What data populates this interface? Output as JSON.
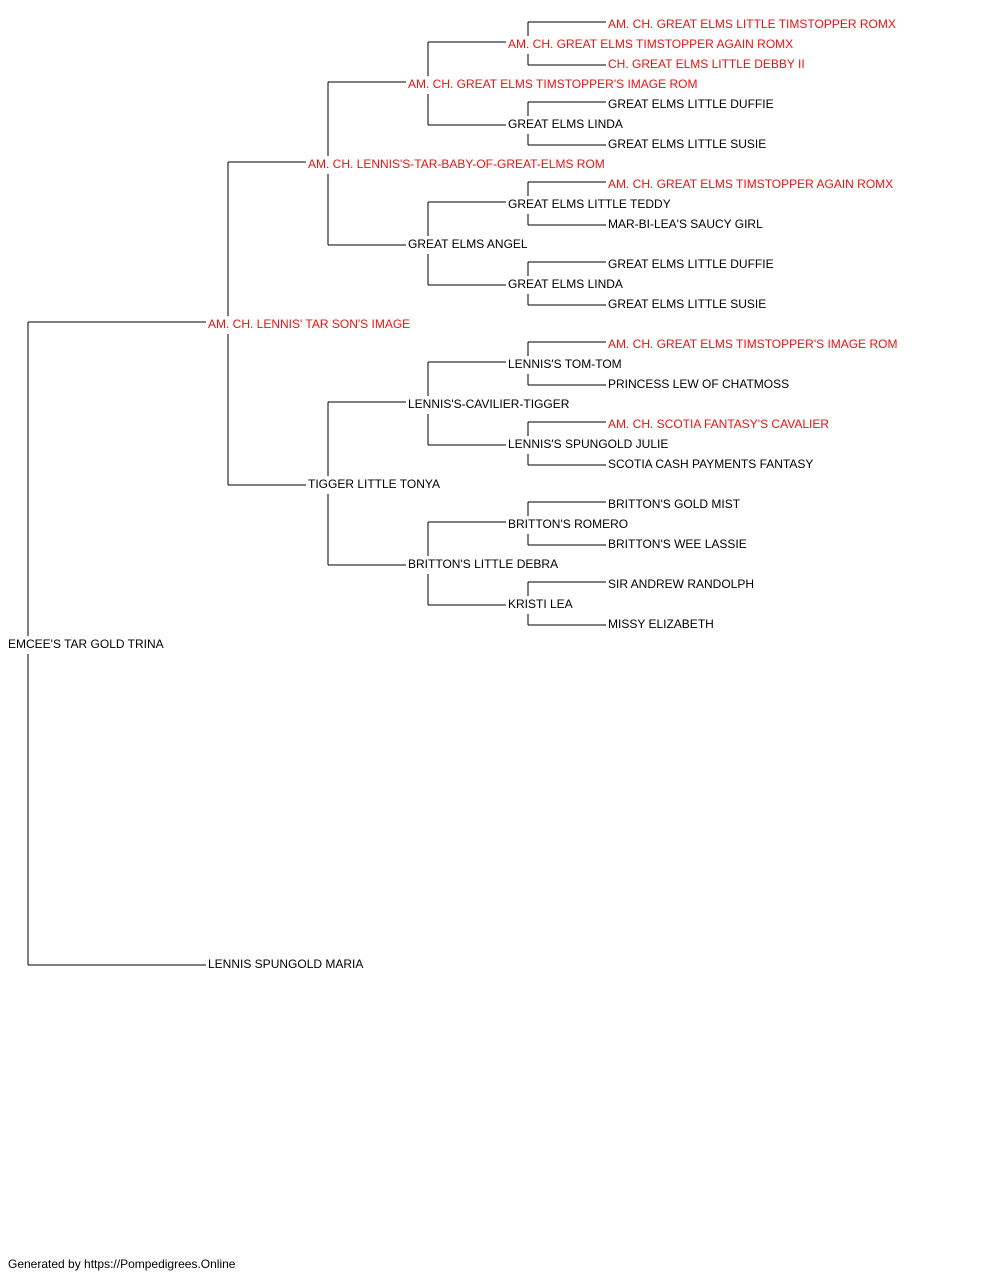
{
  "colors": {
    "champion": "#ee1111",
    "normal": "#000000",
    "lines": "#000000"
  },
  "pedigree": {
    "subject": {
      "name": "EMCEE'S TAR GOLD TRINA",
      "champion": false
    },
    "sire": {
      "name": "AM. CH. LENNIS' TAR SON'S IMAGE",
      "champion": true
    },
    "dam": {
      "name": "LENNIS SPUNGOLD MARIA",
      "champion": false
    },
    "generation_2": [
      {
        "name": "AM. CH. LENNIS'S-TAR-BABY-OF-GREAT-ELMS ROM",
        "champion": true
      },
      {
        "name": "TIGGER LITTLE TONYA",
        "champion": false
      }
    ],
    "generation_3": [
      {
        "name": "AM. CH. GREAT ELMS TIMSTOPPER'S IMAGE ROM",
        "champion": true
      },
      {
        "name": "GREAT ELMS ANGEL",
        "champion": false
      },
      {
        "name": "LENNIS'S-CAVILIER-TIGGER",
        "champion": false
      },
      {
        "name": "BRITTON'S LITTLE DEBRA",
        "champion": false
      }
    ],
    "generation_4": [
      {
        "name": "AM. CH. GREAT ELMS TIMSTOPPER AGAIN ROMX",
        "champion": true
      },
      {
        "name": "GREAT ELMS LINDA",
        "champion": false
      },
      {
        "name": "GREAT ELMS LITTLE TEDDY",
        "champion": false
      },
      {
        "name": "GREAT ELMS LINDA",
        "champion": false
      },
      {
        "name": "LENNIS'S TOM-TOM",
        "champion": false
      },
      {
        "name": "LENNIS'S SPUNGOLD JULIE",
        "champion": false
      },
      {
        "name": "BRITTON'S ROMERO",
        "champion": false
      },
      {
        "name": "KRISTI LEA",
        "champion": false
      }
    ],
    "generation_5": [
      {
        "name": "AM. CH. GREAT ELMS LITTLE TIMSTOPPER ROMX",
        "champion": true
      },
      {
        "name": "CH. GREAT ELMS LITTLE DEBBY II",
        "champion": true
      },
      {
        "name": "GREAT ELMS LITTLE DUFFIE",
        "champion": false
      },
      {
        "name": "GREAT ELMS LITTLE SUSIE",
        "champion": false
      },
      {
        "name": "AM. CH. GREAT ELMS TIMSTOPPER AGAIN ROMX",
        "champion": true
      },
      {
        "name": "MAR-BI-LEA'S SAUCY GIRL",
        "champion": false
      },
      {
        "name": "GREAT ELMS LITTLE DUFFIE",
        "champion": false
      },
      {
        "name": "GREAT ELMS LITTLE SUSIE",
        "champion": false
      },
      {
        "name": "AM. CH. GREAT ELMS TIMSTOPPER'S IMAGE ROM",
        "champion": true
      },
      {
        "name": "PRINCESS LEW OF CHATMOSS",
        "champion": false
      },
      {
        "name": "AM. CH. SCOTIA FANTASY'S CAVALIER",
        "champion": true
      },
      {
        "name": "SCOTIA CASH PAYMENTS FANTASY",
        "champion": false
      },
      {
        "name": "BRITTON'S GOLD MIST",
        "champion": false
      },
      {
        "name": "BRITTON'S WEE LASSIE",
        "champion": false
      },
      {
        "name": "SIR ANDREW RANDOLPH",
        "champion": false
      },
      {
        "name": "MISSY ELIZABETH",
        "champion": false
      }
    ]
  },
  "footer": {
    "text": "Generated by https://Pompedigrees.Online"
  }
}
